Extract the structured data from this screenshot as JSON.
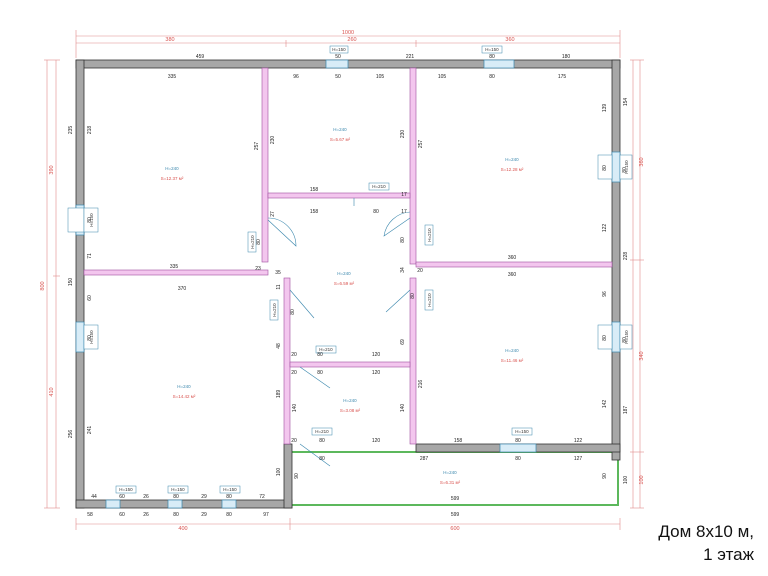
{
  "caption": {
    "line1": "Дом 8х10 м,",
    "line2": "1 этаж"
  },
  "overall": {
    "top_total": "1000",
    "top_left": "380",
    "top_mid": "260",
    "top_right": "360",
    "left_total": "800",
    "left_top": "390",
    "left_bottom": "410",
    "right_top": "360",
    "right_mid": "340",
    "right_bottom": "100",
    "bottom_left": "400",
    "bottom_right": "600"
  },
  "walls": {
    "top_a": "459",
    "top_b": "221",
    "top_c": "180",
    "top_win1": "50",
    "top_win2": "80",
    "left_a": "235",
    "left_b": "150",
    "left_c": "256",
    "right_a": "154",
    "right_b": "228",
    "right_c": "187",
    "right_d": "100",
    "bottom_a": "44",
    "bottom_b": "60",
    "bottom_c": "26",
    "bottom_d": "80",
    "bottom_e": "29",
    "bottom_f": "80",
    "bottom_g": "72",
    "bottom_h": "58",
    "bottom_i": "60",
    "bottom_j": "26",
    "bottom_k": "80",
    "bottom_l": "29",
    "bottom_m": "80",
    "bottom_n": "97",
    "bottom_o": "599"
  },
  "windows": {
    "h150": "H=150",
    "h210": "H=210"
  },
  "rooms": [
    {
      "h": "H=240",
      "s": "S=12.37 м²"
    },
    {
      "h": "H=240",
      "s": "S=5.67 м²"
    },
    {
      "h": "H=240",
      "s": "S=12.28 м²"
    },
    {
      "h": "H=240",
      "s": "S=6.59 м²"
    },
    {
      "h": "H=240",
      "s": "S=11.46 м²"
    },
    {
      "h": "H=240",
      "s": "S=14.42 м²"
    },
    {
      "h": "H=240",
      "s": "S=3.08 м²"
    },
    {
      "h": "H=240",
      "s": "S=6.31 м²"
    }
  ],
  "inner": {
    "r1_top": "335",
    "r1_left": "218",
    "r1_right": "257",
    "r1_bottom": "335",
    "r2_top_a": "96",
    "r2_top_b": "50",
    "r2_top_c": "105",
    "r2_left": "230",
    "r2_right": "230",
    "r2_bottom": "158",
    "r3_top_a": "105",
    "r3_top_b": "80",
    "r3_top_c": "175",
    "r3_left": "257",
    "r3_right": "139",
    "r3_right2": "122",
    "r3_bottom": "360",
    "r4_top": "360",
    "r4_right": "96",
    "r4_right2": "142",
    "r4_bottom_a": "158",
    "r4_bottom_b": "80",
    "r4_bottom_c": "122",
    "r6_top": "370",
    "r6_left": "241",
    "r6_right": "189",
    "hall_a": "158",
    "hall_b": "80",
    "hall_c": "17",
    "hall_d": "27",
    "hall_e": "80",
    "hall_f": "17",
    "hall_g": "80",
    "hall_h": "20",
    "hall_i": "120",
    "hall_j": "140",
    "hall_k": "120",
    "hall_l": "216",
    "hall_m": "287",
    "hall_n": "127",
    "hall_o": "90",
    "hall_p": "100",
    "hall_q": "23",
    "hall_r": "35",
    "hall_s": "34",
    "hall_t": "20",
    "hall_u": "11",
    "hall_v": "69",
    "hall_w": "48",
    "hall_x": "20",
    "hall_y": "71",
    "hall_z": "60",
    "dim80": "80"
  }
}
